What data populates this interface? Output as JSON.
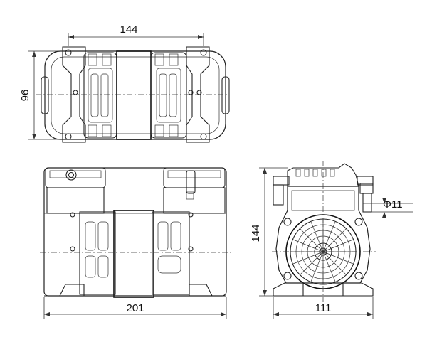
{
  "dimensions": {
    "top_width": "144",
    "top_height": "96",
    "side_length": "201",
    "end_height": "144",
    "end_width": "111",
    "port_diameter": "Φ11"
  }
}
